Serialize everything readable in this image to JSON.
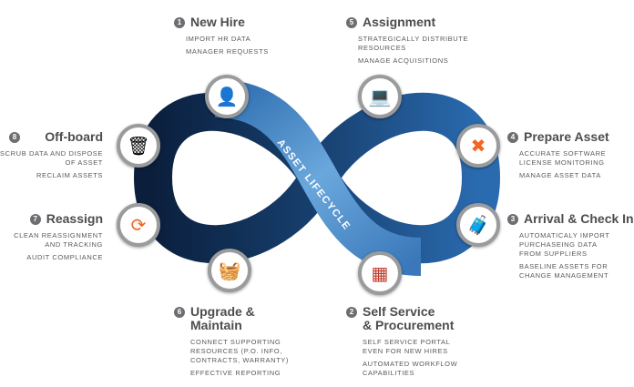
{
  "center_label": "ASSET LIFECYCLE",
  "stages": [
    {
      "num": "1",
      "title": "New Hire",
      "lines": [
        "IMPORT HR DATA",
        "MANAGER REQUESTS"
      ],
      "icon": "new-hire-icon"
    },
    {
      "num": "2",
      "title": "Self Service",
      "title2": "& Procurement",
      "lines": [
        "SELF SERVICE PORTAL EVEN FOR NEW HIRES",
        "AUTOMATED WORKFLOW CAPABILITIES"
      ],
      "icon": "calendar-icon"
    },
    {
      "num": "3",
      "title": "Arrival & Check In",
      "lines": [
        "AUTOMATICALY IMPORT PURCHASEING DATA FROM SUPPLIERS",
        "BASELINE ASSETS FOR CHANGE MANAGEMENT"
      ],
      "icon": "luggage-icon"
    },
    {
      "num": "4",
      "title": "Prepare Asset",
      "lines": [
        "ACCURATE SOFTWARE LICENSE MONITORING",
        "MANAGE ASSET DATA"
      ],
      "icon": "tools-icon"
    },
    {
      "num": "5",
      "title": "Assignment",
      "lines": [
        "STRATEGICALLY DISTRIBUTE RESOURCES",
        "MANAGE ACQUISITIONS"
      ],
      "icon": "laptop-icon"
    },
    {
      "num": "6",
      "title": "Upgrade &",
      "title2": "Maintain",
      "lines": [
        "CONNECT SUPPORTING RESOURCES (P.O. INFO, CONTRACTS, WARRANTY)",
        "EFFECTIVE REPORTING"
      ],
      "icon": "basket-icon"
    },
    {
      "num": "7",
      "title": "Reassign",
      "lines": [
        "CLEAN REASSIGNMENT AND TRACKING",
        "AUDIT COMPLIANCE"
      ],
      "icon": "refresh-icon"
    },
    {
      "num": "8",
      "title": "Off-board",
      "lines": [
        "SCRUB DATA AND DISPOSE OF ASSET",
        "RECLAIM ASSETS"
      ],
      "icon": "trash-icon"
    }
  ],
  "colors": {
    "dark": "#0f2a4f",
    "mid": "#1f5c9e",
    "light": "#5b9bd5",
    "orange": "#f26522"
  }
}
